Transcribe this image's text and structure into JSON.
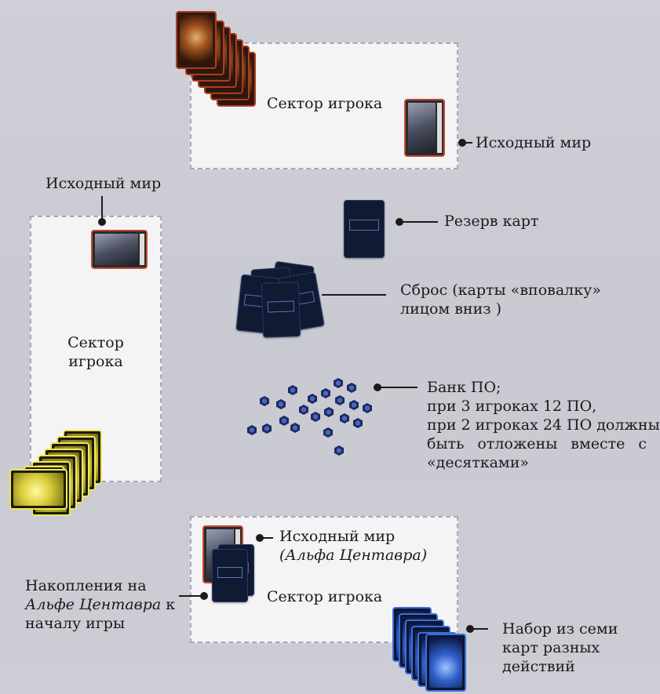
{
  "labels": {
    "top_sector": "Сектор игрока",
    "top_world": "Исходный мир",
    "left_world": "Исходный мир",
    "left_sector_line1": "Сектор",
    "left_sector_line2": "игрока",
    "reserve": "Резерв карт",
    "discard_line1": "Сброс (карты «вповалку»",
    "discard_line2": "лицом вниз )",
    "bank_line1": "Банк ПО;",
    "bank_line2": "при 3 игроках 12 ПО,",
    "bank_line3": "при 2 игроках 24 ПО должны",
    "bank_line4": "быть отложены вместе с",
    "bank_line5": "«десятками»",
    "bottom_world_line1": "Исходный мир",
    "bottom_world_line2": "(Альфа Центавра)",
    "bottom_sector": "Сектор игрока",
    "savings_line1": "Накопления на",
    "savings_line2_italic": "Альфе Центавра",
    "savings_line2_rest": " к",
    "savings_line3": "началу игры",
    "action_set_line1": "Набор из семи",
    "action_set_line2": "карт разных",
    "action_set_line3": "действий"
  },
  "colors": {
    "sector_fill": "#f4f4f6",
    "background": "#cccbd4",
    "red_deck": "#b33a1c",
    "gold_deck": "#efe75a",
    "blue_deck": "#3d6ed8",
    "card_back": "#101a33"
  },
  "icons": [
    "red-action-deck-icon",
    "gold-action-deck-icon",
    "blue-action-deck-icon",
    "card-back-icon",
    "vp-chip-icon",
    "world-card-icon"
  ]
}
